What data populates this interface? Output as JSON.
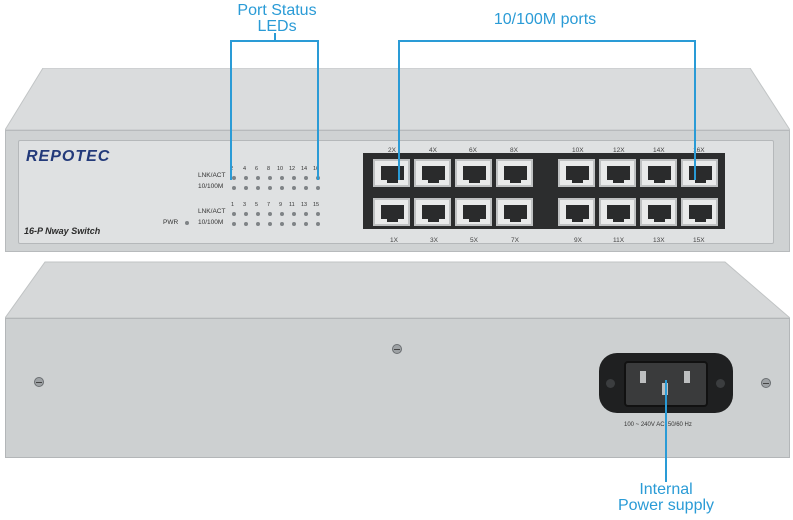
{
  "callouts": {
    "led_label_line1": "Port Status",
    "led_label_line2": "LEDs",
    "ports_label": "10/100M ports",
    "power_label_line1": "Internal",
    "power_label_line2": "Power supply"
  },
  "front": {
    "brand": "REPOTEC",
    "model": "16-P Nway Switch",
    "led_row_labels": {
      "lnk_act": "LNK/ACT",
      "speed": "10/100M",
      "pwr": "PWR"
    },
    "even_numbers": [
      "4",
      "6",
      "8",
      "10",
      "12",
      "14",
      "16"
    ],
    "odd_numbers": [
      "1",
      "3",
      "5",
      "7",
      "9",
      "11",
      "13",
      "15"
    ],
    "ports_top": [
      "2X",
      "4X",
      "6X",
      "8X",
      "10X",
      "12X",
      "14X",
      "16X"
    ],
    "ports_bottom": [
      "1X",
      "3X",
      "5X",
      "7X",
      "9X",
      "11X",
      "13X",
      "15X"
    ]
  },
  "back": {
    "power_rating": "100 ~ 240V AC, 50/60 Hz"
  },
  "colors": {
    "callout": "#2a9bd6",
    "chassis": "#cfd2d3",
    "brand": "#233a7a"
  }
}
